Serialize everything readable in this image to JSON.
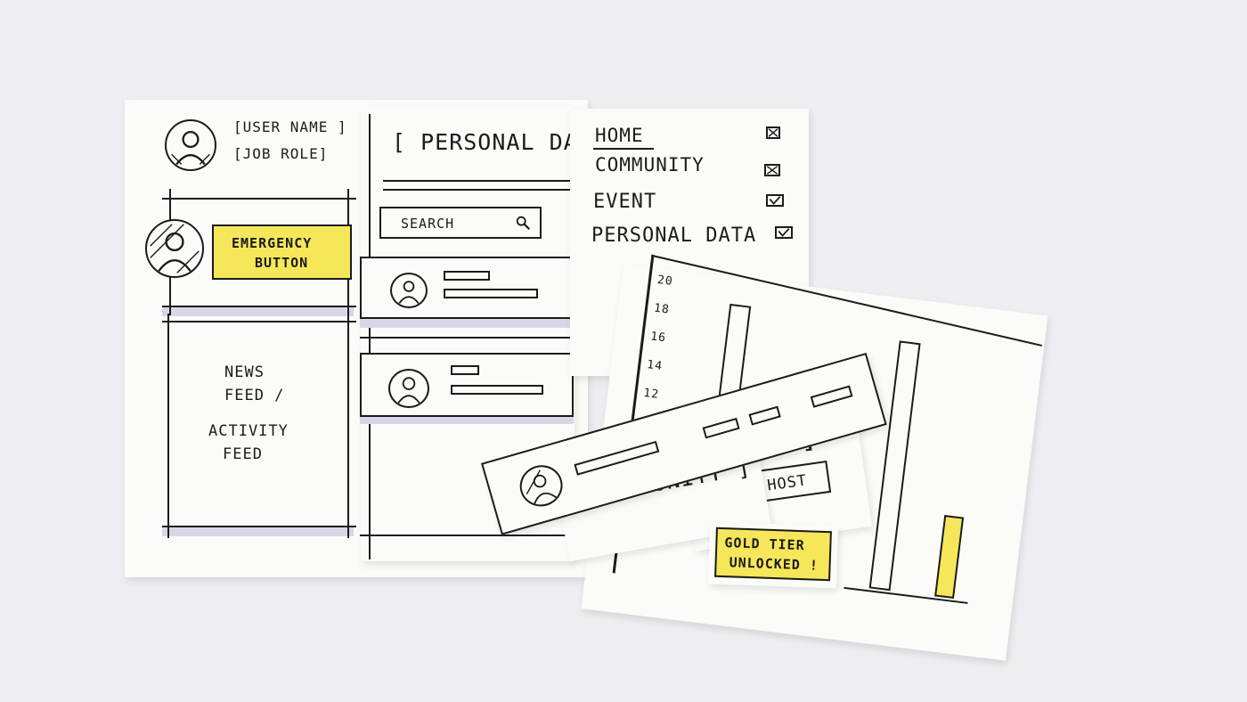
{
  "profile": {
    "user_name": "[USER NAME ]",
    "job_role": "[JOB ROLE]"
  },
  "emergency": {
    "label_line1": "EMERGENCY",
    "label_line2": "BUTTON"
  },
  "news_feed": {
    "line1": "NEWS",
    "line2": "FEED /",
    "line3": "ACTIVITY",
    "line4": "FEED"
  },
  "personal_data_screen": {
    "title": "[ PERSONAL DA",
    "search_placeholder": "SEARCH"
  },
  "menu": {
    "items": [
      {
        "label": "HOME",
        "checked": true
      },
      {
        "label": "COMMUNITY",
        "checked": true
      },
      {
        "label": "EVENT",
        "checked": true
      },
      {
        "label": "PERSONAL DATA",
        "checked": true
      }
    ]
  },
  "chart_data": {
    "type": "bar",
    "y_ticks": [
      "20",
      "18",
      "16",
      "14",
      "12"
    ],
    "highlight_color": "#f6e75a"
  },
  "community_card": {
    "title": "[ COMMUNITY ]"
  },
  "event_card": {
    "title": "ENT ]",
    "host_label": "HOST"
  },
  "badge": {
    "line1": "GOLD TIER",
    "line2": "UNLOCKED !"
  },
  "colors": {
    "ink": "#1b1b1b",
    "highlight": "#f6e75a",
    "paper": "#fbfbf8",
    "background": "#eeedf1"
  }
}
